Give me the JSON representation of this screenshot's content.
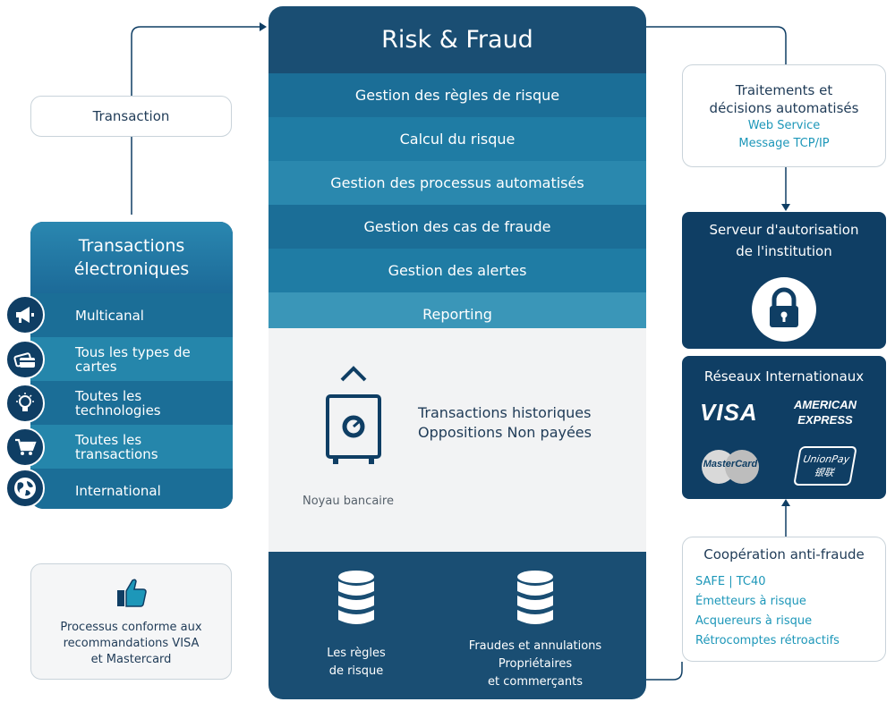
{
  "transaction": {
    "label": "Transaction"
  },
  "electronic": {
    "title_line1": "Transactions",
    "title_line2": "électroniques",
    "features": [
      {
        "label_line1": "Multicanal",
        "label_line2": "",
        "icon": "megaphone-icon"
      },
      {
        "label_line1": "Tous les types de",
        "label_line2": "cartes",
        "icon": "credit-cards-icon"
      },
      {
        "label_line1": "Toutes les",
        "label_line2": "technologies",
        "icon": "lightbulb-icon"
      },
      {
        "label_line1": "Toutes les",
        "label_line2": "transactions",
        "icon": "shopping-cart-icon"
      },
      {
        "label_line1": "International",
        "label_line2": "",
        "icon": "globe-icon"
      }
    ]
  },
  "conform": {
    "line1": "Processus conforme aux",
    "line2": "recommandations VISA",
    "line3": "et Mastercard",
    "icon": "thumbs-up-icon"
  },
  "risk": {
    "title": "Risk & Fraud",
    "rows": [
      "Gestion des règles de risque",
      "Calcul du risque",
      "Gestion des processus automatisés",
      "Gestion des cas de fraude",
      "Gestion des alertes",
      "Reporting"
    ],
    "history_line1": "Transactions historiques",
    "history_line2": "Oppositions Non payées",
    "core_label": "Noyau bancaire",
    "db1_line1": "Les règles",
    "db1_line2": "de risque",
    "db2_line1": "Fraudes et annulations",
    "db2_line2": "Propriétaires",
    "db2_line3": "et commerçants"
  },
  "auto": {
    "line1": "Traitements  et",
    "line2": "décisions automatisés",
    "line3": "Web Service",
    "line4": "Message TCP/IP"
  },
  "server": {
    "line1": "Serveur d'autorisation",
    "line2": "de l'institution",
    "icon": "lock-icon"
  },
  "network": {
    "title": "Réseaux Internationaux",
    "visa": "VISA",
    "amex_line1": "AMERICAN",
    "amex_line2": "EXPRESS",
    "mastercard": "MasterCard",
    "unionpay_line1": "UnionPay",
    "unionpay_line2": "银联"
  },
  "coop": {
    "title": "Coopération anti-fraude",
    "items": [
      "SAFE | TC40",
      "Émetteurs à risque",
      "Acquereurs à risque",
      "Rétrocomptes rétroactifs"
    ]
  },
  "colors": {
    "navy": "#0f3e64",
    "teal": "#1d97b9",
    "row_a": "#1b6e97",
    "row_b": "#2586ab"
  }
}
